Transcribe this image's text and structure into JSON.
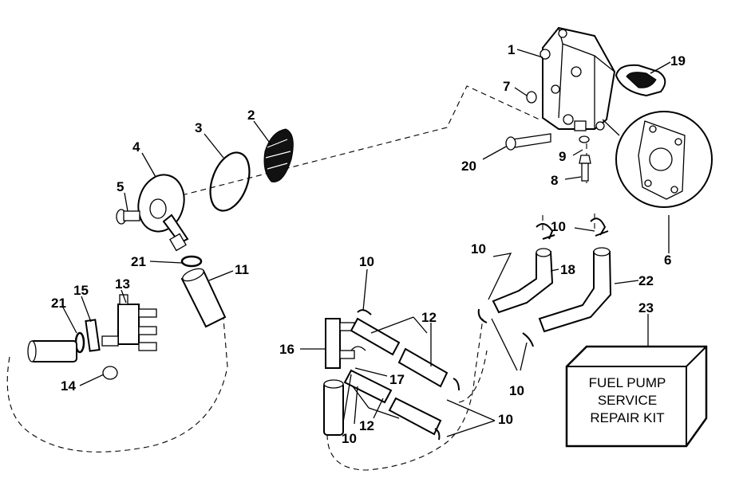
{
  "callouts": [
    {
      "id": "c1",
      "text": "1"
    },
    {
      "id": "c2",
      "text": "2"
    },
    {
      "id": "c3",
      "text": "3"
    },
    {
      "id": "c4",
      "text": "4"
    },
    {
      "id": "c5",
      "text": "5"
    },
    {
      "id": "c6",
      "text": "6"
    },
    {
      "id": "c7",
      "text": "7"
    },
    {
      "id": "c8",
      "text": "8"
    },
    {
      "id": "c9",
      "text": "9"
    },
    {
      "id": "c10a",
      "text": "10"
    },
    {
      "id": "c10b",
      "text": "10"
    },
    {
      "id": "c10c",
      "text": "10"
    },
    {
      "id": "c10d",
      "text": "10"
    },
    {
      "id": "c10e",
      "text": "10"
    },
    {
      "id": "c10f",
      "text": "10"
    },
    {
      "id": "c11",
      "text": "11"
    },
    {
      "id": "c12a",
      "text": "12"
    },
    {
      "id": "c12b",
      "text": "12"
    },
    {
      "id": "c13",
      "text": "13"
    },
    {
      "id": "c14",
      "text": "14"
    },
    {
      "id": "c15",
      "text": "15"
    },
    {
      "id": "c16",
      "text": "16"
    },
    {
      "id": "c17",
      "text": "17"
    },
    {
      "id": "c18",
      "text": "18"
    },
    {
      "id": "c19",
      "text": "19"
    },
    {
      "id": "c20",
      "text": "20"
    },
    {
      "id": "c21a",
      "text": "21"
    },
    {
      "id": "c21b",
      "text": "21"
    },
    {
      "id": "c22",
      "text": "22"
    },
    {
      "id": "c23",
      "text": "23"
    }
  ],
  "kit_box": {
    "line1": "FUEL PUMP",
    "line2": "SERVICE",
    "line3": "REPAIR KIT"
  }
}
